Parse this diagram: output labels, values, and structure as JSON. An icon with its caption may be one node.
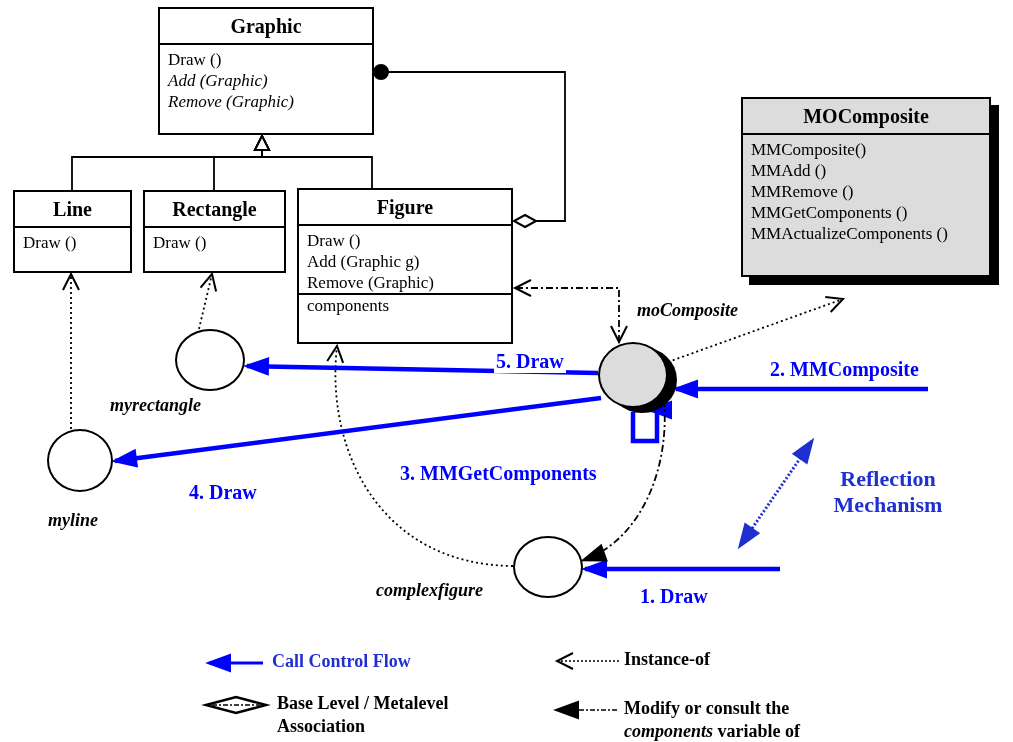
{
  "diagram": {
    "nodes": [
      {
        "text": [
          "Graphic",
          "Draw ()",
          "*Add (Graphic)*",
          "*Remove (Graphic)*"
        ]
      },
      {
        "text": [
          "Line",
          "Draw ()"
        ]
      },
      {
        "text": [
          "Rectangle",
          "Draw ()"
        ]
      },
      {
        "text": [
          "Figure",
          "Draw ()",
          "Add (Graphic g)",
          "Remove (Graphic)",
          "components"
        ]
      },
      {
        "text": [
          "MOComposite",
          "MMComposite()",
          "MMAdd ()",
          "MMRemove ()",
          "MMGetComponents ()",
          "MMActualizeComponents ()"
        ]
      },
      {
        "text": [
          "myrectangle"
        ]
      },
      {
        "text": [
          "moComposite"
        ]
      },
      {
        "text": [
          "myline"
        ]
      },
      {
        "text": [
          "complexfigure"
        ]
      }
    ],
    "edges": [
      {
        "from": 1,
        "to": 0,
        "arrow": "to"
      },
      {
        "from": 2,
        "to": 0,
        "arrow": "to"
      },
      {
        "from": 3,
        "to": 0,
        "arrow": "to"
      },
      {
        "from": 0,
        "to": 3,
        "arrow": "other"
      },
      {
        "from": 7,
        "to": 1,
        "arrow": "to",
        "style": "dashed"
      },
      {
        "from": 5,
        "to": 2,
        "arrow": "to",
        "style": "dashed"
      },
      {
        "from": 8,
        "to": 3,
        "arrow": "to",
        "style": "dashed"
      },
      {
        "from": 6,
        "to": 3,
        "arrow": "both",
        "style": "dashed"
      },
      {
        "from": 6,
        "to": 4,
        "arrow": "to",
        "style": "dashed"
      },
      {
        "from": null,
        "to": 6,
        "arrow": "to",
        "label": "2. MMComposite",
        "style": "thick",
        "color": "#0000ff"
      },
      {
        "from": 6,
        "to": 5,
        "arrow": "to",
        "label": "5. Draw",
        "style": "thick",
        "color": "#0000ff"
      },
      {
        "from": 6,
        "to": 6,
        "arrow": "to",
        "label": "3. MMGetComponents",
        "style": "thick",
        "color": "#0000ff"
      },
      {
        "from": 6,
        "to": 7,
        "arrow": "to",
        "label": "4. Draw",
        "style": "thick",
        "color": "#0000ff"
      },
      {
        "from": null,
        "to": 8,
        "arrow": "to",
        "label": "1. Draw",
        "style": "thick",
        "color": "#0000ff"
      },
      {
        "from": 6,
        "to": 8,
        "arrow": "to",
        "style": "dashed"
      }
    ],
    "labels": [
      "Reflection Mechanism"
    ],
    "legend": [
      {
        "text": "Call Control Flow"
      },
      {
        "text": "Instance-of"
      },
      {
        "text": "Base Level / Metalevel Association"
      },
      {
        "text": "Modify or consult the *components* variable of"
      }
    ]
  }
}
